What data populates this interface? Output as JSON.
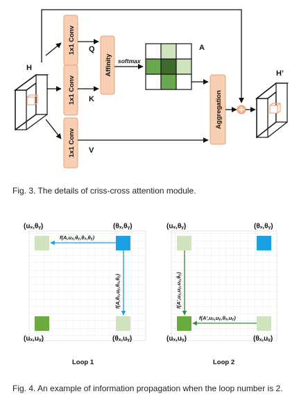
{
  "fig3": {
    "caption": "Fig. 3. The details of criss-cross attention module.",
    "input_label": "H",
    "output_label": "H’",
    "conv_blocks": [
      {
        "label": "1x1 Conv",
        "output": "Q"
      },
      {
        "label": "1x1 Conv",
        "output": "K"
      },
      {
        "label": "1x1 Conv",
        "output": "V"
      }
    ],
    "affinity_label": "Affinity",
    "softmax_label": "softmax",
    "attention_label": "A",
    "aggregation_label": "Aggregation",
    "colors": {
      "block_fill": "#f8cfb3",
      "block_stroke": "#e6a27a",
      "light_green": "#cfe3bf",
      "mid_green": "#6aa84f",
      "dark_green": "#3d6b2c",
      "plus_fill": "#f6b58f"
    }
  },
  "fig4": {
    "caption": "Fig. 4. An example of information propagation when the loop number is 2.",
    "loops": [
      {
        "title": "Loop 1",
        "top_left": "(uₓ,θᵧ)",
        "top_right": "(θₓ,θᵧ)",
        "bottom_left": "(uₓ,uᵧ)",
        "bottom_right": "(θₓ,uᵧ)",
        "horizontal_fn": "f(A,uₓ,θᵧ,θₓ,θᵧ)",
        "vertical_fn": "f(A,θₓ,uᵧ,θₓ,θᵧ)"
      },
      {
        "title": "Loop 2",
        "top_left": "(uₓ,θᵧ)",
        "top_right": "(θₓ,θᵧ)",
        "bottom_left": "(uₓ,uᵧ)",
        "bottom_right": "(θₓ,uᵧ)",
        "vertical_fn": "f(A',uₓ,uᵧ,uₓ,θᵧ)",
        "horizontal_fn": "f(A',uₓ,uᵧ,θₓ,uᵧ)"
      }
    ],
    "colors": {
      "blue": "#1ba1e2",
      "light_green": "#cfe3bf",
      "green": "#6aaa3e",
      "arrow_green": "#2e8b3a",
      "grid": "#d9d9d9"
    }
  }
}
